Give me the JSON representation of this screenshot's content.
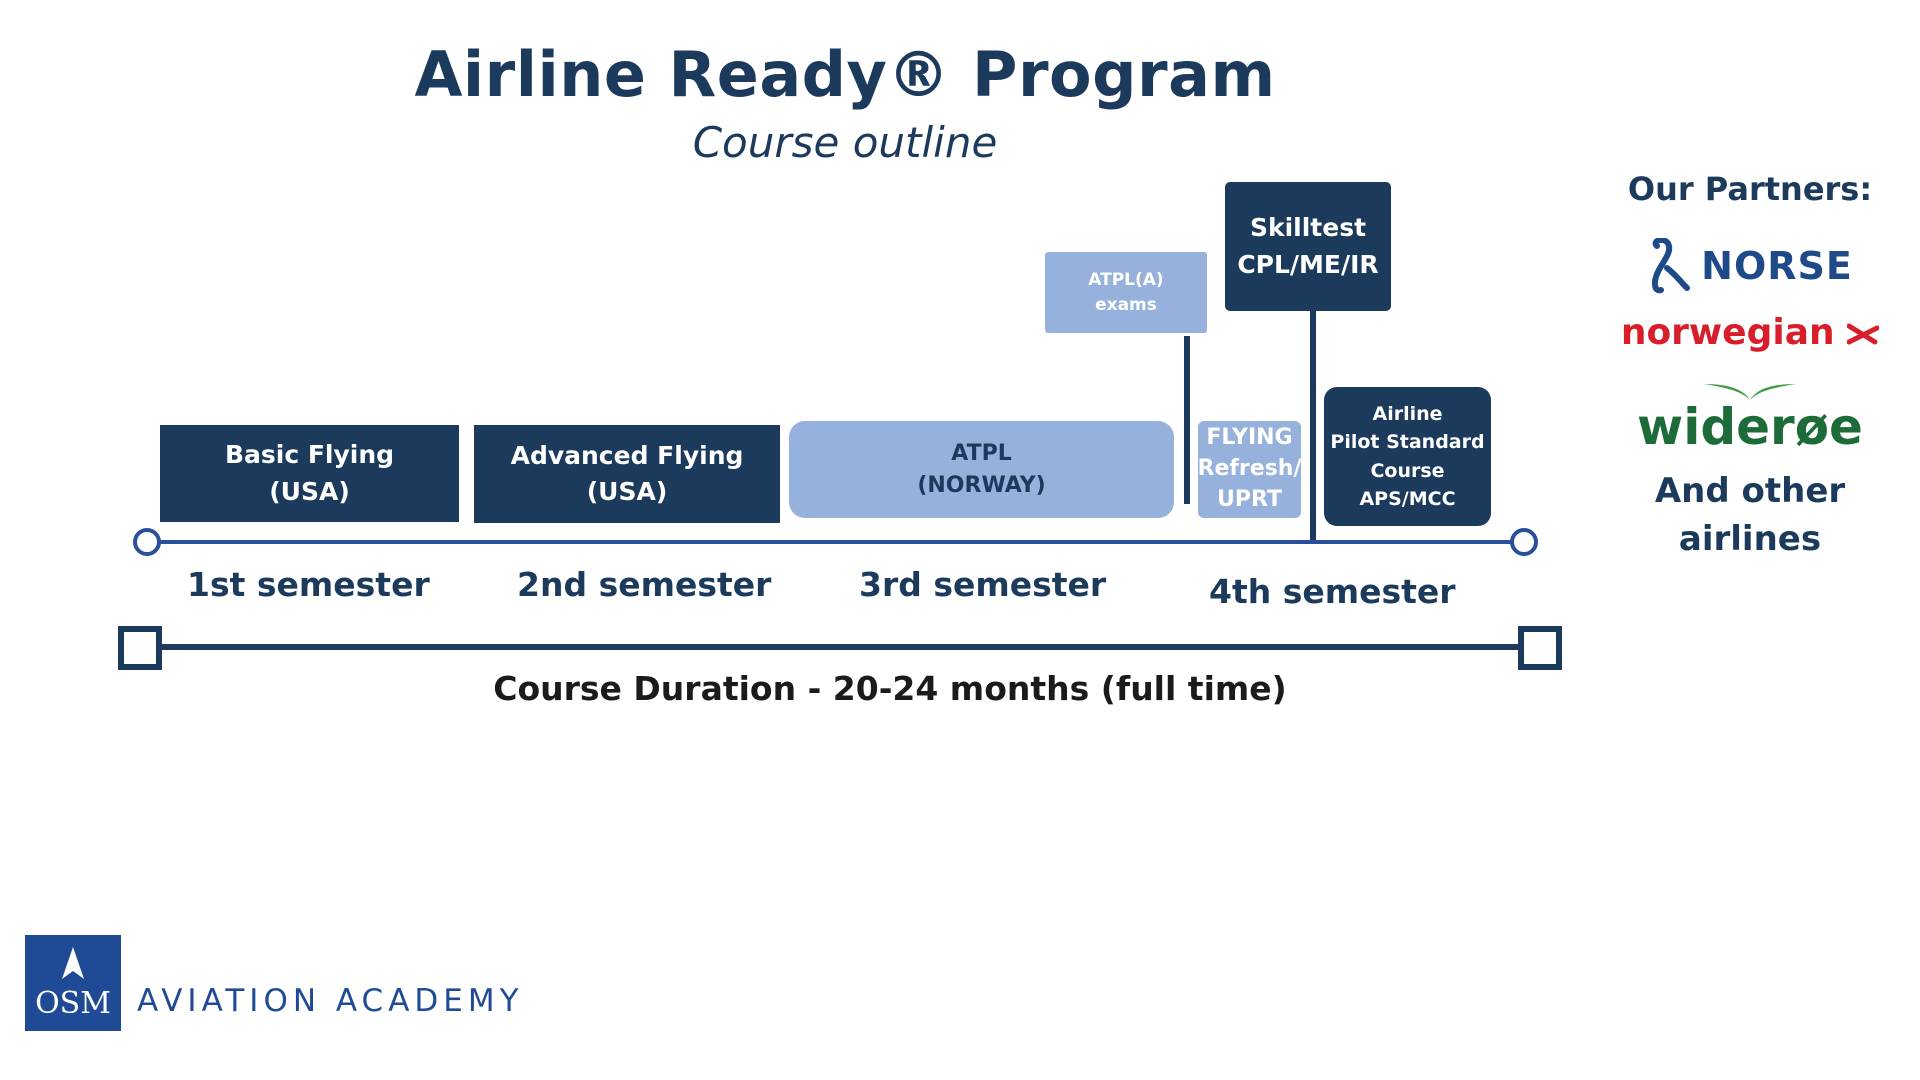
{
  "header": {
    "title": "Airline Ready® Program",
    "subtitle": "Course outline"
  },
  "timeline": {
    "boxes": {
      "basic_flying": "Basic Flying\n(USA)",
      "advanced_flying": "Advanced  Flying\n(USA)",
      "atpl_norway": "ATPL\n(NORWAY)",
      "atpl_exams": "ATPL(A)\nexams",
      "skilltest": "Skilltest\nCPL/ME/IR",
      "flying_refresh": "FLYING\nRefresh/\nUPRT",
      "airline_pilot": "Airline\nPilot Standard\nCourse\nAPS/MCC"
    },
    "semesters": [
      "1st semester",
      "2nd semester",
      "3rd semester",
      "4th semester"
    ],
    "duration": "Course Duration - 20-24 months (full time)"
  },
  "partners": {
    "heading": "Our Partners:",
    "norse": "NORSE",
    "norwegian": "norwegian",
    "wideroe": "widerøe",
    "other": "And other\nairlines"
  },
  "footer": {
    "logo_mark": "OSM",
    "logo_text": "AVIATION ACADEMY"
  },
  "colors": {
    "navy": "#1b3a5c",
    "light_blue": "#96b1dc",
    "norse_blue": "#1f4a8a",
    "norwegian_red": "#d81e2a",
    "wideroe_green": "#1e6b3a",
    "osm_blue": "#1e4a96"
  }
}
